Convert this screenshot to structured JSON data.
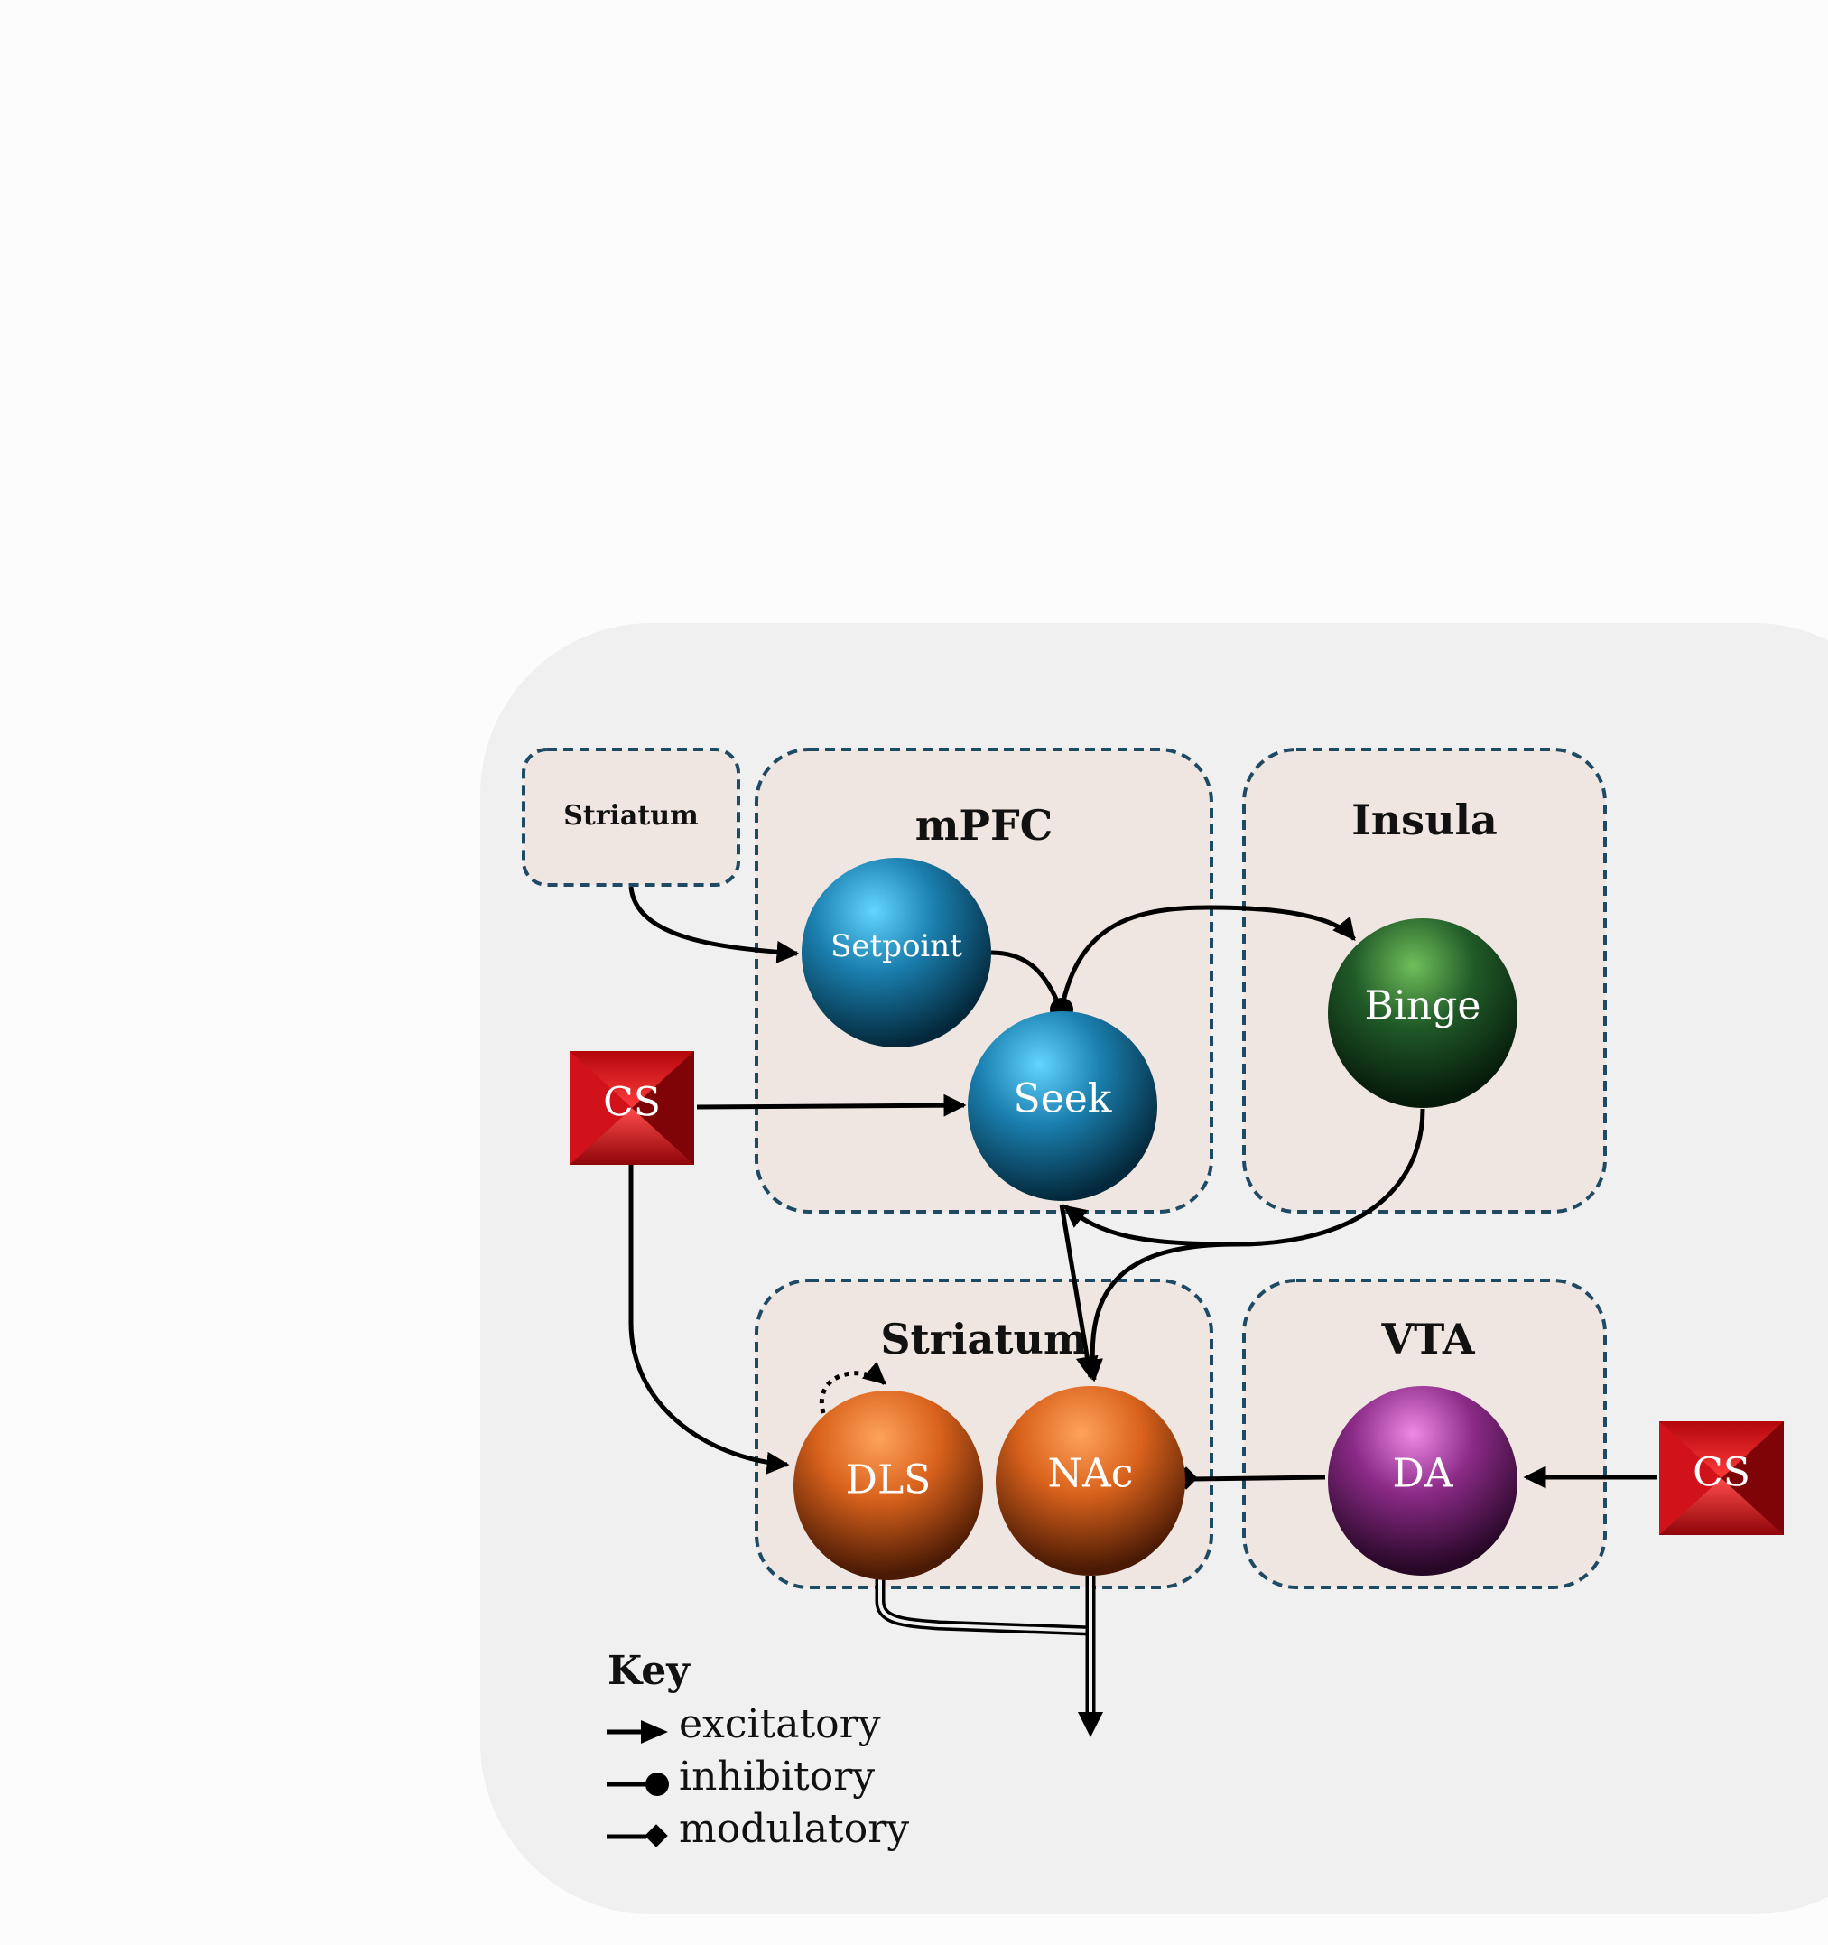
{
  "regions": {
    "striatum_input": "Striatum",
    "mpfc": "mPFC",
    "insula": "Insula",
    "striatum": "Striatum",
    "vta": "VTA"
  },
  "nodes": {
    "setpoint": "Setpoint",
    "seek": "Seek",
    "binge": "Binge",
    "cs_left": "CS",
    "cs_right": "CS",
    "dls": "DLS",
    "nac": "NAc",
    "da": "DA"
  },
  "key": {
    "title": "Key",
    "excitatory": "excitatory",
    "inhibitory": "inhibitory",
    "modulatory": "modulatory"
  },
  "colors": {
    "panel_bg": "#f0f0f0",
    "region_fill": "#f0e6e1",
    "region_border": "#1f4a63",
    "blue_node": "#1b7aa6",
    "green_node": "#1f5a2a",
    "orange_node": "#d9621c",
    "purple_node": "#8a2a86",
    "cs_red": "#c8151b"
  }
}
